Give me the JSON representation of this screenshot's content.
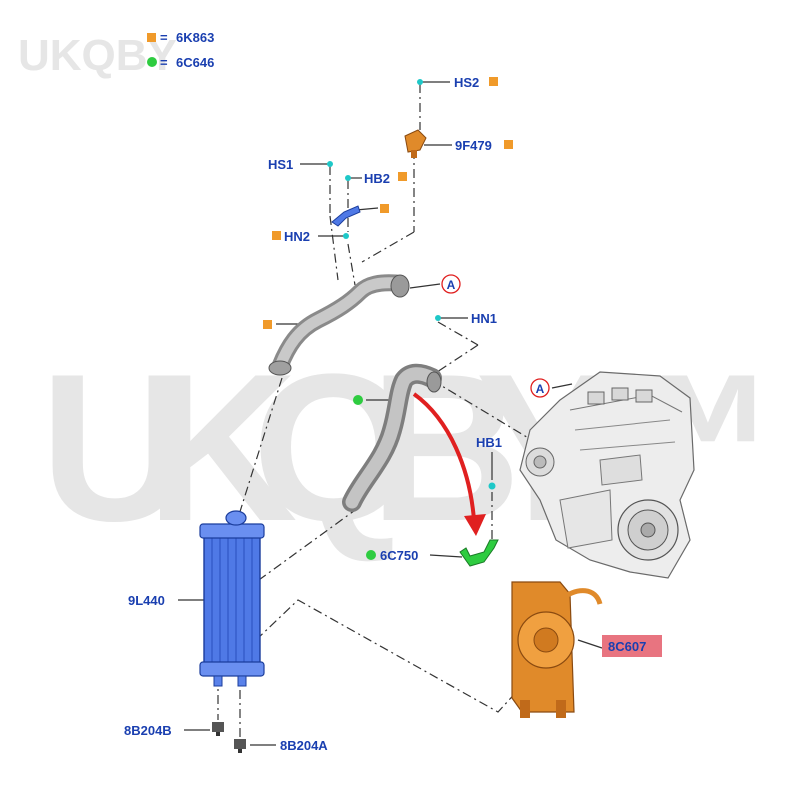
{
  "watermark": {
    "small": "UKQBY",
    "large": "UKQBY™"
  },
  "legend": {
    "orange_code": "6K863",
    "green_code": "6C646",
    "equals": "="
  },
  "colors": {
    "label_blue": "#1a3fb0",
    "orange_marker": "#f09a2a",
    "green_marker": "#2ecc40",
    "cyan_fastener": "#1ec8c8",
    "intercooler_blue": "#4f79e6",
    "shroud_orange": "#e08a2a",
    "highlight_red": "#e87480",
    "arrow_red": "#e02020"
  },
  "parts": {
    "hs2": "HS2",
    "f9f479": "9F479",
    "hs1": "HS1",
    "hb2": "HB2",
    "hn2": "HN2",
    "view_a_upper": "A",
    "hn1": "HN1",
    "view_a_engine": "A",
    "hb1": "HB1",
    "c6c750": "6C750",
    "l9l440": "9L440",
    "c8c607": "8C607",
    "b8b204b": "8B204B",
    "b8b204a": "8B204A"
  }
}
